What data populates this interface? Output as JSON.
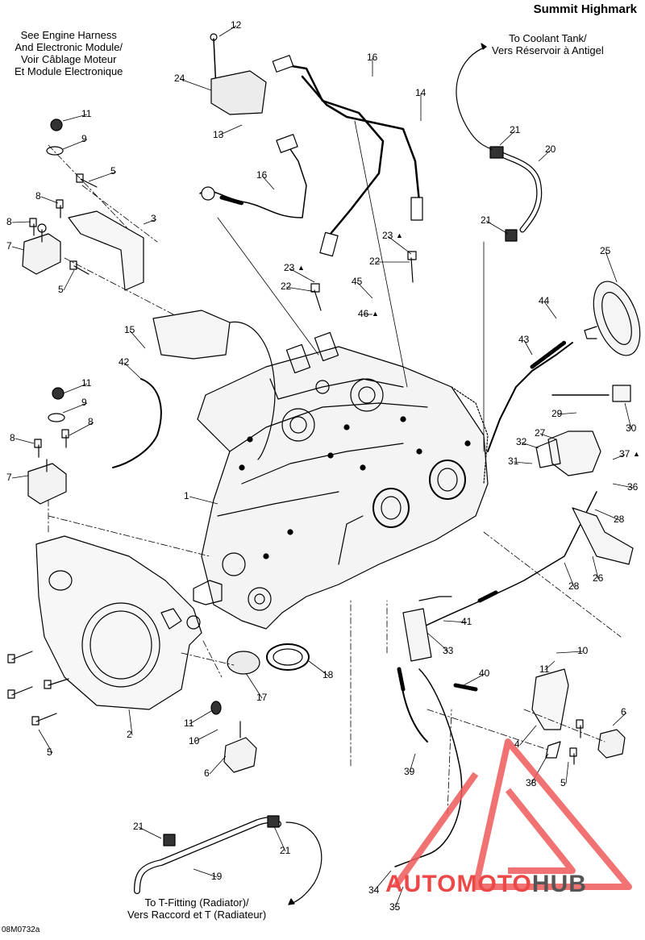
{
  "header": {
    "title": "Summit Highmark"
  },
  "notes": {
    "harness": [
      "See Engine Harness",
      "And Electronic Module/",
      "Voir Câblage Moteur",
      "Et Module Electronique"
    ],
    "coolant_tank": [
      "To Coolant Tank/",
      "Vers Réservoir à Antigel"
    ],
    "t_fitting": [
      "To T-Fitting (Radiator)/",
      "Vers Raccord et T (Radiateur)"
    ]
  },
  "diagram_code": "08M0732a",
  "watermark": {
    "part1": "AUTOMOTO",
    "part2": "HUB"
  },
  "callouts": [
    {
      "label": "12",
      "drop": false
    },
    {
      "label": "24",
      "drop": false
    },
    {
      "label": "13",
      "drop": false
    },
    {
      "label": "16",
      "drop": false
    },
    {
      "label": "14",
      "drop": false
    },
    {
      "label": "21",
      "drop": false
    },
    {
      "label": "20",
      "drop": false
    },
    {
      "label": "21",
      "drop": false
    },
    {
      "label": "11",
      "drop": false
    },
    {
      "label": "9",
      "drop": false
    },
    {
      "label": "5",
      "drop": false
    },
    {
      "label": "8",
      "drop": false
    },
    {
      "label": "8",
      "drop": false
    },
    {
      "label": "3",
      "drop": false
    },
    {
      "label": "7",
      "drop": false
    },
    {
      "label": "5",
      "drop": false
    },
    {
      "label": "16",
      "drop": false
    },
    {
      "label": "23",
      "drop": true
    },
    {
      "label": "23",
      "drop": true
    },
    {
      "label": "22",
      "drop": false
    },
    {
      "label": "22",
      "drop": false
    },
    {
      "label": "45",
      "drop": false
    },
    {
      "label": "46",
      "drop": true
    },
    {
      "label": "25",
      "drop": false
    },
    {
      "label": "44",
      "drop": false
    },
    {
      "label": "43",
      "drop": false
    },
    {
      "label": "15",
      "drop": false
    },
    {
      "label": "42",
      "drop": false
    },
    {
      "label": "11",
      "drop": false
    },
    {
      "label": "9",
      "drop": false
    },
    {
      "label": "8",
      "drop": false
    },
    {
      "label": "8",
      "drop": false
    },
    {
      "label": "7",
      "drop": false
    },
    {
      "label": "29",
      "drop": false
    },
    {
      "label": "30",
      "drop": false
    },
    {
      "label": "27",
      "drop": false
    },
    {
      "label": "32",
      "drop": false
    },
    {
      "label": "37",
      "drop": true
    },
    {
      "label": "31",
      "drop": false
    },
    {
      "label": "36",
      "drop": false
    },
    {
      "label": "1",
      "drop": false
    },
    {
      "label": "28",
      "drop": false
    },
    {
      "label": "28",
      "drop": false
    },
    {
      "label": "26",
      "drop": false
    },
    {
      "label": "41",
      "drop": false
    },
    {
      "label": "33",
      "drop": false
    },
    {
      "label": "40",
      "drop": false
    },
    {
      "label": "10",
      "drop": false
    },
    {
      "label": "11",
      "drop": false
    },
    {
      "label": "18",
      "drop": false
    },
    {
      "label": "17",
      "drop": false
    },
    {
      "label": "2",
      "drop": false
    },
    {
      "label": "11",
      "drop": false
    },
    {
      "label": "10",
      "drop": false
    },
    {
      "label": "6",
      "drop": false
    },
    {
      "label": "5",
      "drop": false
    },
    {
      "label": "6",
      "drop": false
    },
    {
      "label": "4",
      "drop": false
    },
    {
      "label": "38",
      "drop": false
    },
    {
      "label": "39",
      "drop": false
    },
    {
      "label": "5",
      "drop": false
    },
    {
      "label": "21",
      "drop": false
    },
    {
      "label": "21",
      "drop": false
    },
    {
      "label": "19",
      "drop": false
    },
    {
      "label": "34",
      "drop": false
    },
    {
      "label": "35",
      "drop": false
    }
  ]
}
